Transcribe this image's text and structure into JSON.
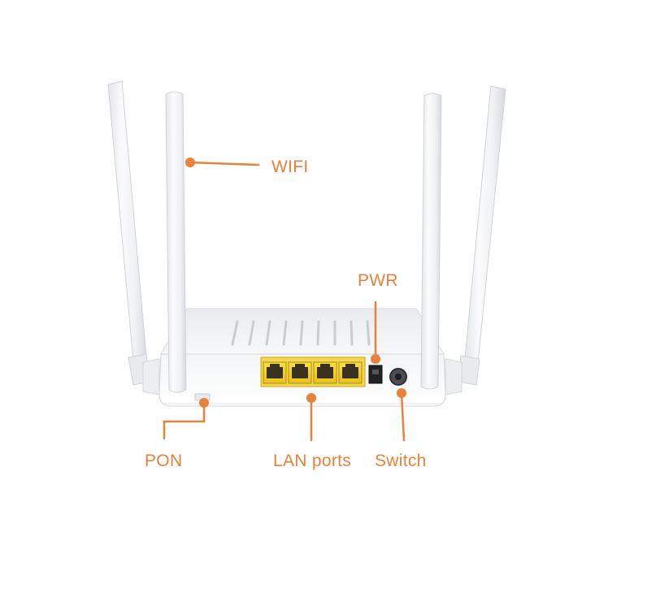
{
  "diagram": {
    "accent_color": "#e8823a",
    "labels": {
      "wifi": "WIFI",
      "pwr": "PWR",
      "pon": "PON",
      "lan_ports": "LAN ports",
      "switch": "Switch"
    }
  }
}
